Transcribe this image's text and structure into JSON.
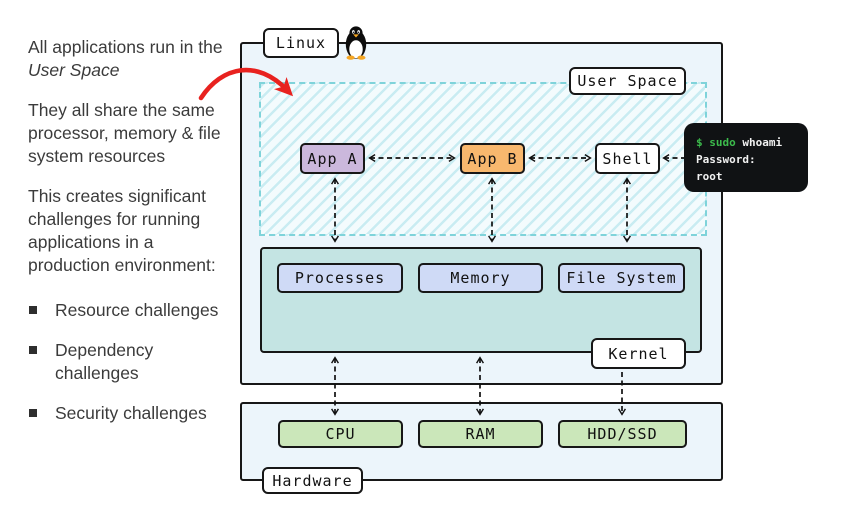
{
  "sidebar": {
    "p1_text": "All applications run in the ",
    "p1_italic": "User Space",
    "p2": "They all share the same processor, memory & file system resources",
    "p3": "This creates significant challenges for running applications in a production environment:",
    "bullets": [
      "Resource challenges",
      "Dependency challenges",
      "Security challenges"
    ]
  },
  "diagram": {
    "os_label": "Linux",
    "user_space_label": "User Space",
    "apps": [
      "App A",
      "App B",
      "Shell"
    ],
    "kernel_label": "Kernel",
    "kernel_modules": [
      "Processes",
      "Memory",
      "File System"
    ],
    "hardware_label": "Hardware",
    "hardware_components": [
      "CPU",
      "RAM",
      "HDD/SSD"
    ],
    "icons": {
      "tux": "tux-penguin-icon",
      "annotation": "red-curved-arrow"
    }
  },
  "terminal": {
    "command_green": "$ sudo",
    "command_rest": " whoami",
    "line2": "Password:",
    "line3": "root"
  },
  "colors": {
    "container_fill": "#ecf5fb",
    "kernel_fill": "#c4e4e3",
    "module_fill": "#cfdaf6",
    "hw_fill": "#cbe7ba",
    "app_a_fill": "#cbb8dc",
    "app_b_fill": "#f8b86e",
    "hatch_border": "#7fd3da",
    "hatch_stripe": "#c9ecf2",
    "terminal_green": "#3cbb4c",
    "arrow_red": "#e8221f"
  }
}
